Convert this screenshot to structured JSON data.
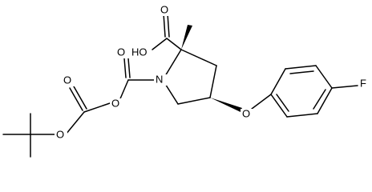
{
  "molecule": {
    "atom_labels": {
      "carbonyl_oxygen_acid": "O",
      "hydroxyl": "HO",
      "carbamate_carbonyl_oxygen": "O",
      "nitrogen": "N",
      "anhydride_oxygen": "O",
      "carbonate_carbonyl_oxygen": "O",
      "tbu_ether_oxygen": "O",
      "aryl_ether_oxygen": "O",
      "fluorine": "F"
    },
    "bond_color": "#000000",
    "label_color": "#000000"
  }
}
